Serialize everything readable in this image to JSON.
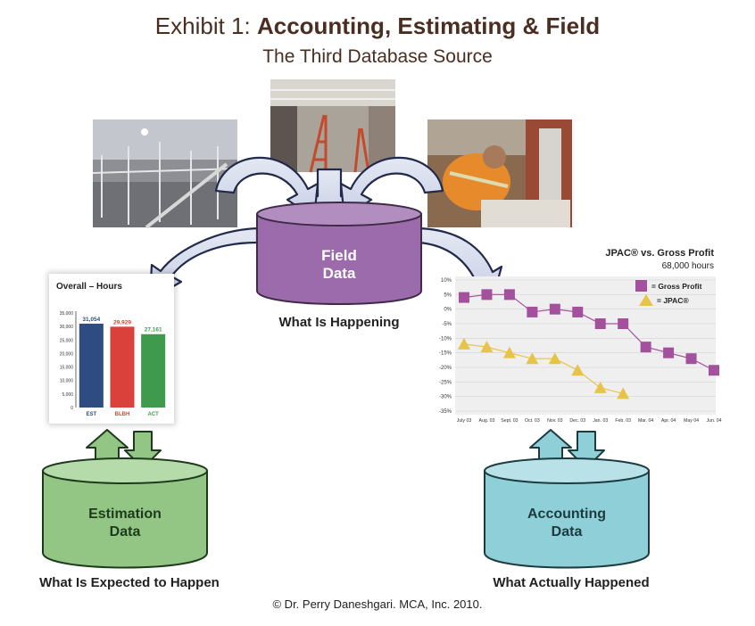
{
  "header": {
    "title_prefix": "Exhibit 1: ",
    "title_bold": "Accounting, Estimating & Field",
    "subtitle": "The Third Database Source"
  },
  "field": {
    "label_line1": "Field",
    "label_line2": "Data",
    "caption": "What Is Happening",
    "color": "#9b6bab"
  },
  "estimation": {
    "label_line1": "Estimation",
    "label_line2": "Data",
    "caption": "What Is Expected to Happen",
    "color": "#93c585"
  },
  "accounting": {
    "label_line1": "Accounting",
    "label_line2": "Data",
    "caption": "What Actually Happened",
    "color": "#8ecfd8"
  },
  "footer": "© Dr. Perry Daneshgari. MCA, Inc. 2010.",
  "chart_data": [
    {
      "type": "bar",
      "title": "Overall – Hours",
      "categories": [
        "EST",
        "BLBH",
        "ACT"
      ],
      "values": [
        31054,
        29929,
        27161
      ],
      "value_labels": [
        "31,054",
        "29,929",
        "27,161"
      ],
      "colors": [
        "#2e4c80",
        "#d9413a",
        "#3f9a4e"
      ],
      "yticks": [
        "35,000",
        "30,000",
        "25,000",
        "20,000",
        "15,000",
        "10,000",
        "5,000",
        "0"
      ],
      "ylim": [
        0,
        35000
      ]
    },
    {
      "type": "line",
      "title": "JPAC® vs. Gross Profit",
      "subtitle": "68,000 hours",
      "categories": [
        "July 03",
        "Aug. 03",
        "Sept. 03",
        "Oct. 03",
        "Nov. 03",
        "Dec. 03",
        "Jan. 03",
        "Feb. 03",
        "Mar. 04",
        "Apr. 04",
        "May 04",
        "Jun. 04"
      ],
      "yticks": [
        "10%",
        "5%",
        "0%",
        "-5%",
        "-10%",
        "-15%",
        "-20%",
        "-25%",
        "-30%",
        "-35%"
      ],
      "ylim": [
        -35,
        10
      ],
      "series": [
        {
          "name": "= Gross Profit",
          "marker": "square",
          "color": "#a3509d",
          "values": [
            4,
            5,
            5,
            -1,
            0,
            -1,
            -5,
            -5,
            -13,
            -15,
            -17,
            -21
          ]
        },
        {
          "name": "= JPAC®",
          "marker": "triangle",
          "color": "#e8c34a",
          "values": [
            -12,
            -13,
            -15,
            -17,
            -17,
            -21,
            -27,
            -29,
            null,
            null,
            null,
            null
          ]
        }
      ]
    }
  ]
}
